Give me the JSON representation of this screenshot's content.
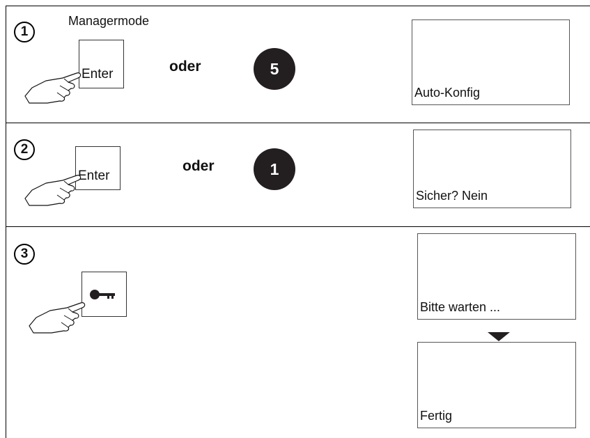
{
  "steps": [
    {
      "number": "1",
      "caption": "Managermode",
      "key_label": "Enter",
      "or_text": "oder",
      "alt_key": "5",
      "displays": [
        "Auto-Konfig"
      ]
    },
    {
      "number": "2",
      "key_label": "Enter",
      "or_text": "oder",
      "alt_key": "1",
      "displays": [
        "Sicher? Nein"
      ]
    },
    {
      "number": "3",
      "key_icon": "key-icon",
      "displays": [
        "Bitte warten ...",
        "Fertig"
      ],
      "arrow_icon": "arrow-down-icon"
    }
  ],
  "colors": {
    "dark_key": "#231f20",
    "line": "#000000"
  }
}
